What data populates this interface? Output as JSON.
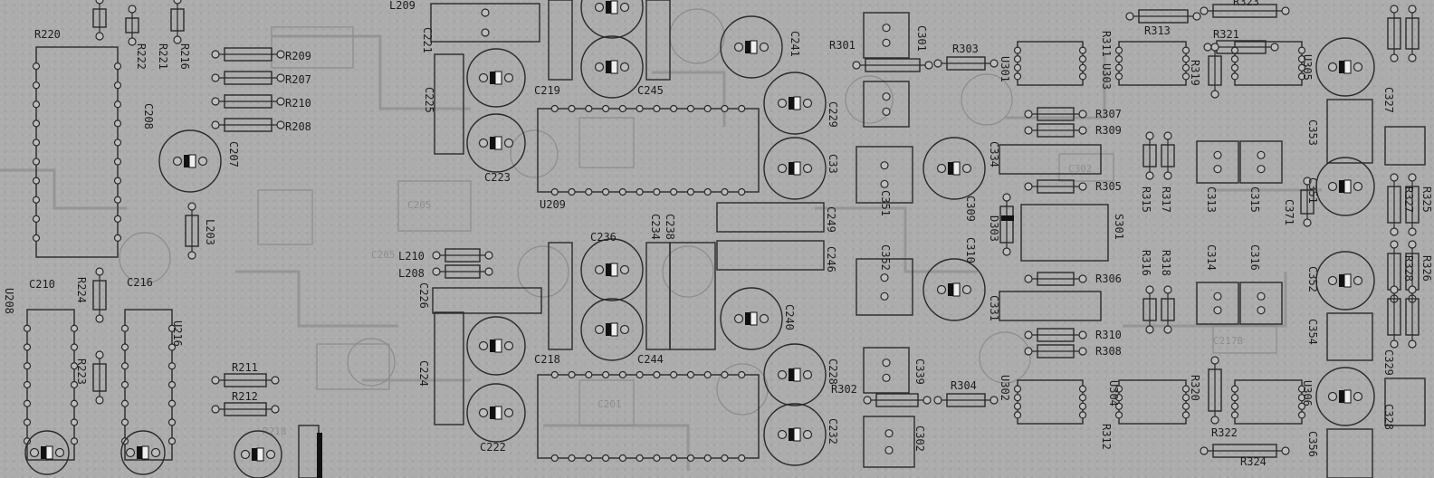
{
  "board": {
    "background": "#acacac",
    "ink": "#2a2a2a",
    "ghost_ink": "#8c8c8c"
  },
  "labels": {
    "horizontal": [
      "R220",
      "R209",
      "R207",
      "R210",
      "R208",
      "R301",
      "R303",
      "R313",
      "R321",
      "R323",
      "L209",
      "C219",
      "C245",
      "C223",
      "U209",
      "L210",
      "L208",
      "C236",
      "C216",
      "C210",
      "R211",
      "R212",
      "C218",
      "C244",
      "C222",
      "R302",
      "R304",
      "R322",
      "R324",
      "R307",
      "R309",
      "R305",
      "R306",
      "R310",
      "R308",
      "C301"
    ],
    "vertical": [
      "R222",
      "R221",
      "R216",
      "C221",
      "C225",
      "C241",
      "C229",
      "C33",
      "C208",
      "C207",
      "L203",
      "C226",
      "C224",
      "C234",
      "C238",
      "C249",
      "C246",
      "C240",
      "C228",
      "C232",
      "U301",
      "R311",
      "U303",
      "R319",
      "U305",
      "C327",
      "C353",
      "C351",
      "R315",
      "R317",
      "C313",
      "C315",
      "C371",
      "R327",
      "R325",
      "S301",
      "R316",
      "R318",
      "C314",
      "C316",
      "C352",
      "C354",
      "R328",
      "R326",
      "C329",
      "C331",
      "C309",
      "C310",
      "D303",
      "C334",
      "C351",
      "C352",
      "U302",
      "U304",
      "R312",
      "R320",
      "U306",
      "C356",
      "R224",
      "R223",
      "U208",
      "U216",
      "C328",
      "C302",
      "C339"
    ]
  }
}
